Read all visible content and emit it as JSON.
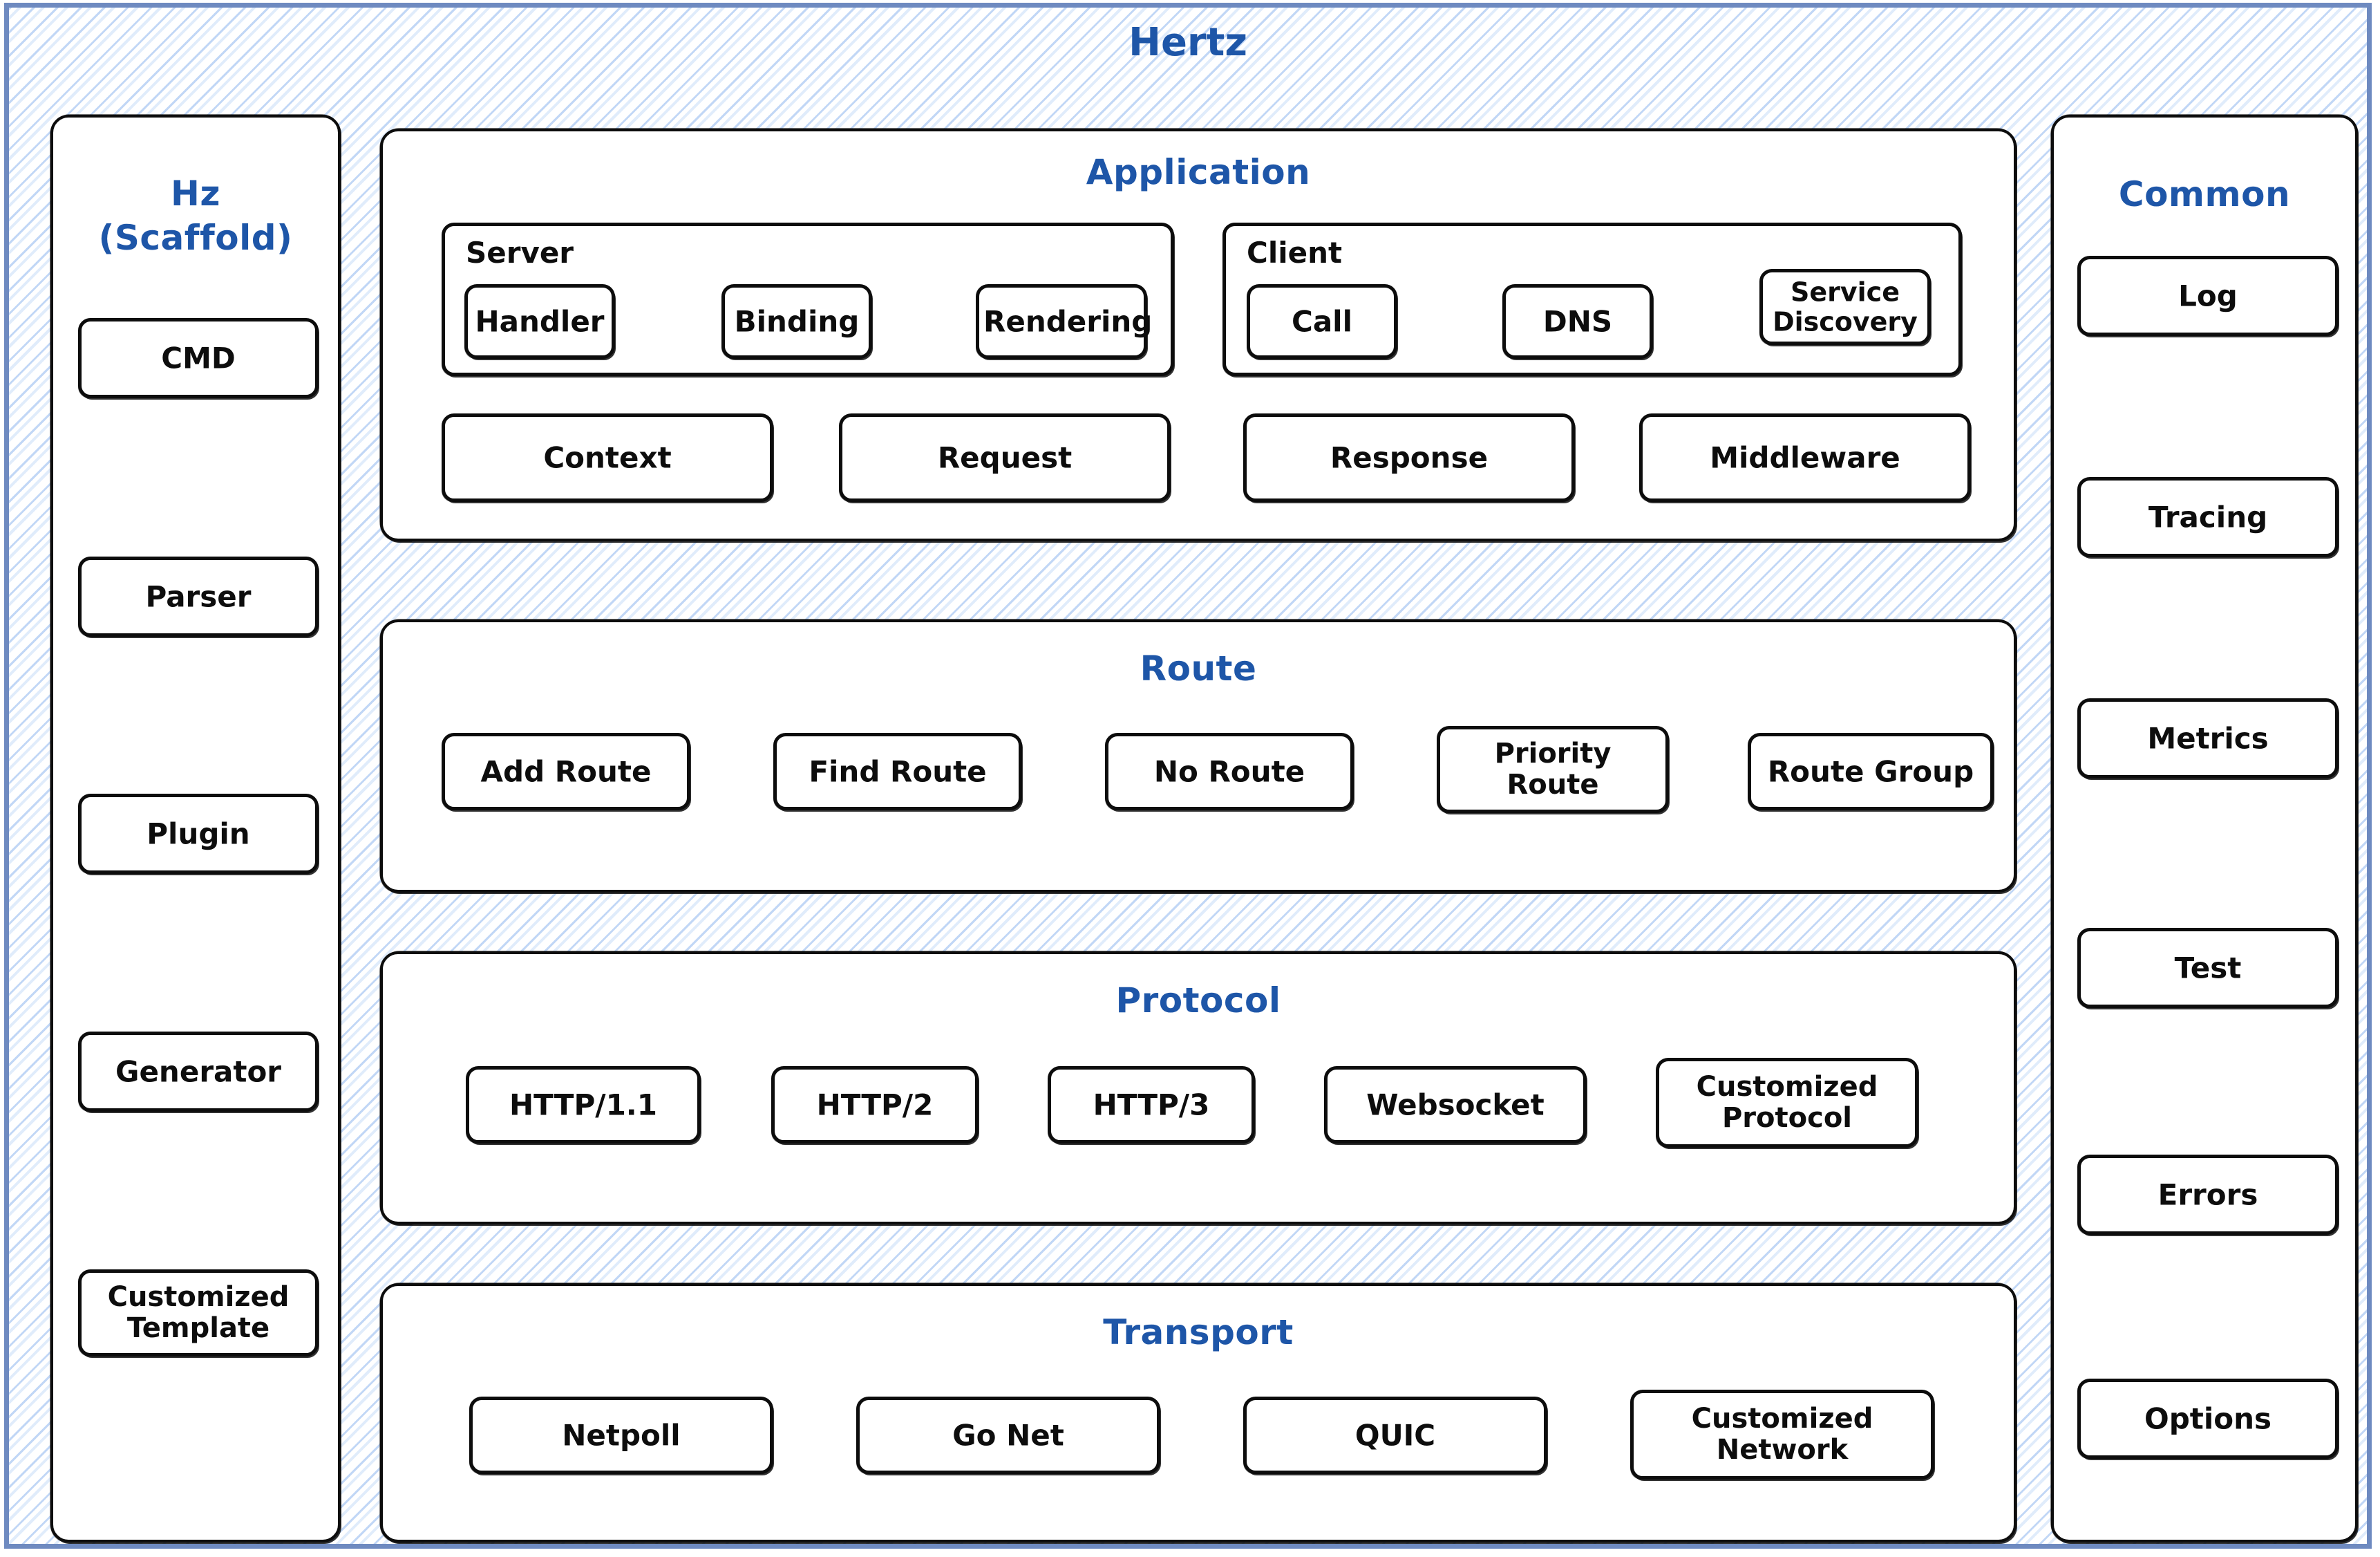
{
  "title": "Hertz",
  "colors": {
    "accent": "#1e56a8",
    "outline": "#0d0d0d",
    "frame": "#6e8ac0",
    "hatch": "#bed5f5"
  },
  "scaffold": {
    "title_line1": "Hz",
    "title_line2": "(Scaffold)",
    "items": [
      {
        "label": "CMD"
      },
      {
        "label": "Parser"
      },
      {
        "label": "Plugin"
      },
      {
        "label": "Generator"
      },
      {
        "label": "Customized\nTemplate"
      }
    ]
  },
  "common": {
    "title": "Common",
    "items": [
      {
        "label": "Log"
      },
      {
        "label": "Tracing"
      },
      {
        "label": "Metrics"
      },
      {
        "label": "Test"
      },
      {
        "label": "Errors"
      },
      {
        "label": "Options"
      }
    ]
  },
  "layers": [
    {
      "title": "Application",
      "groups": [
        {
          "label": "Server",
          "items": [
            {
              "label": "Handler"
            },
            {
              "label": "Binding"
            },
            {
              "label": "Rendering"
            }
          ]
        },
        {
          "label": "Client",
          "items": [
            {
              "label": "Call"
            },
            {
              "label": "DNS"
            },
            {
              "label": "Service\nDiscovery"
            }
          ]
        }
      ],
      "items": [
        {
          "label": "Context"
        },
        {
          "label": "Request"
        },
        {
          "label": "Response"
        },
        {
          "label": "Middleware"
        }
      ]
    },
    {
      "title": "Route",
      "items": [
        {
          "label": "Add Route"
        },
        {
          "label": "Find Route"
        },
        {
          "label": "No Route"
        },
        {
          "label": "Priority\nRoute"
        },
        {
          "label": "Route Group"
        }
      ]
    },
    {
      "title": "Protocol",
      "items": [
        {
          "label": "HTTP/1.1"
        },
        {
          "label": "HTTP/2"
        },
        {
          "label": "HTTP/3"
        },
        {
          "label": "Websocket"
        },
        {
          "label": "Customized\nProtocol"
        }
      ]
    },
    {
      "title": "Transport",
      "items": [
        {
          "label": "Netpoll"
        },
        {
          "label": "Go Net"
        },
        {
          "label": "QUIC"
        },
        {
          "label": "Customized\nNetwork"
        }
      ]
    }
  ]
}
